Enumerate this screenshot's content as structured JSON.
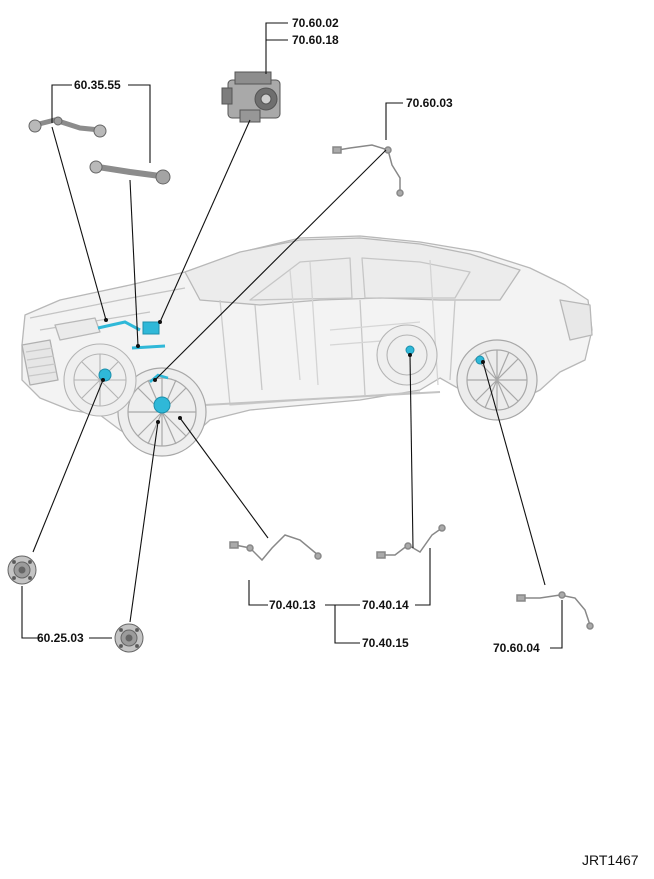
{
  "labels": {
    "abs_module_1": "70.60.02",
    "abs_module_2": "70.60.18",
    "front_arm": "60.35.55",
    "sensor_front_upper": "70.60.03",
    "hub_front": "60.25.03",
    "sensor_70_40_13": "70.40.13",
    "sensor_70_40_14": "70.40.14",
    "sensor_70_40_15": "70.40.15",
    "sensor_rear": "70.60.04"
  },
  "figure_code": "JRT1467",
  "colors": {
    "line": "#111111",
    "car_outline": "#b8b8b8",
    "highlight": "#2fb8d8",
    "part": "#9a9a9a"
  }
}
